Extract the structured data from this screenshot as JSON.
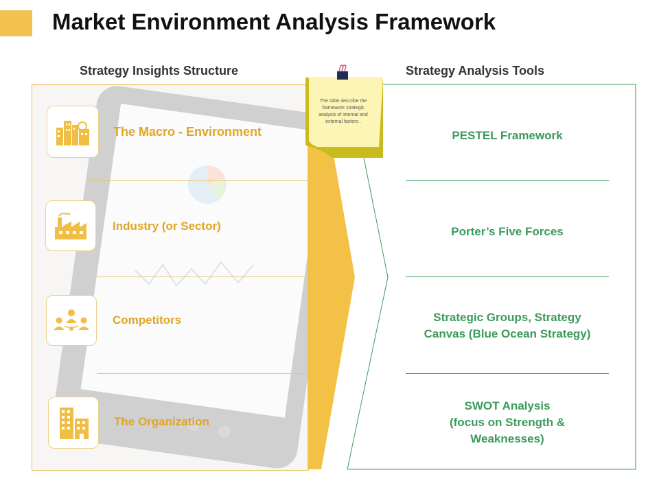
{
  "header": {
    "title": "Market Environment Analysis Framework"
  },
  "left_column": {
    "heading": "Strategy Insights Structure",
    "items": [
      {
        "label": "The Macro - Environment",
        "icon": "city-buildings-icon"
      },
      {
        "label": "Industry (or Sector)",
        "icon": "factory-icon"
      },
      {
        "label": "Competitors",
        "icon": "people-network-icon"
      },
      {
        "label": "The Organization",
        "icon": "office-building-icon"
      }
    ]
  },
  "right_column": {
    "heading": "Strategy Analysis Tools",
    "items": [
      {
        "line1": "PESTEL Framework",
        "line2": "",
        "line3": ""
      },
      {
        "line1": "Porter’s Five Forces",
        "line2": "",
        "line3": ""
      },
      {
        "line1": "Strategic Groups, Strategy",
        "line2": "Canvas (Blue Ocean Strategy)",
        "line3": ""
      },
      {
        "line1": "SWOT Analysis",
        "line2": "(focus on Strength &",
        "line3": "Weaknesses)"
      }
    ]
  },
  "note": {
    "text": "The slide describe the framework strategic analysis of internal and external factors ."
  },
  "colors": {
    "accent_yellow": "#f2c14e",
    "label_gold": "#e0a524",
    "tool_green": "#3c9a5a",
    "note_yellow": "#fdf5b5",
    "note_border": "#c9bb1c"
  }
}
